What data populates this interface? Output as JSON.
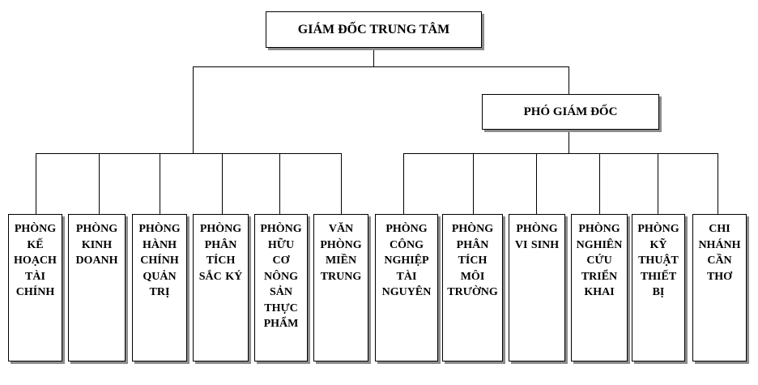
{
  "director": "GIÁM ĐỐC TRUNG TÂM",
  "deputy": "PHÓ GIÁM ĐỐC",
  "departments_left": [
    [
      "PHÒNG",
      "KẾ",
      "HOẠCH",
      "TÀI",
      "CHÍNH"
    ],
    [
      "PHÒNG",
      "KINH",
      "DOANH"
    ],
    [
      "PHÒNG",
      "HÀNH",
      "CHÍNH",
      "QUẢN",
      "TRỊ"
    ],
    [
      "PHÒNG",
      "PHÂN",
      "TÍCH",
      "SẮC KÝ"
    ],
    [
      "PHÒNG",
      "HỮU",
      "CƠ",
      "NÔNG",
      "SẢN",
      "THỰC",
      "PHẨM"
    ],
    [
      "VĂN",
      "PHÒNG",
      "MIỀN",
      "TRUNG"
    ]
  ],
  "departments_right": [
    [
      "PHÒNG",
      "CÔNG",
      "NGHIỆP",
      "TÀI",
      "NGUYÊN"
    ],
    [
      "PHÒNG",
      "PHÂN",
      "TÍCH",
      "MÔI",
      "TRƯỜNG"
    ],
    [
      "PHÒNG",
      "VI SINH"
    ],
    [
      "PHÒNG",
      "NGHIÊN",
      "CỨU",
      "TRIỂN",
      "KHAI"
    ],
    [
      "PHÒNG",
      "KỸ",
      "THUẬT",
      "THIẾT",
      "BỊ"
    ],
    [
      "CHI",
      "NHÁNH",
      "CẦN",
      "THƠ"
    ]
  ]
}
